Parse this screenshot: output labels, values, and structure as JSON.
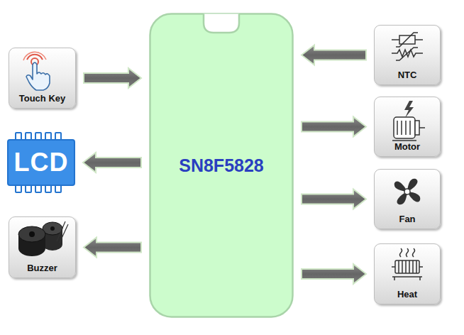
{
  "diagram": {
    "nodes": [
      {
        "text": [
          "SN8F5828"
        ]
      },
      {
        "text": [
          "Touch Key"
        ]
      },
      {
        "text": [
          "LCD"
        ]
      },
      {
        "text": [
          "Buzzer"
        ]
      },
      {
        "text": [
          "NTC"
        ]
      },
      {
        "text": [
          "Motor"
        ]
      },
      {
        "text": [
          "Fan"
        ]
      },
      {
        "text": [
          "Heat"
        ]
      }
    ],
    "edges": [
      {
        "from": 1,
        "to": 0,
        "arrow": "to"
      },
      {
        "from": 0,
        "to": 2,
        "arrow": "to"
      },
      {
        "from": 0,
        "to": 3,
        "arrow": "to"
      },
      {
        "from": 4,
        "to": 0,
        "arrow": "to"
      },
      {
        "from": 0,
        "to": 5,
        "arrow": "to"
      },
      {
        "from": 0,
        "to": 6,
        "arrow": "to"
      },
      {
        "from": 0,
        "to": 7,
        "arrow": "to"
      }
    ]
  }
}
